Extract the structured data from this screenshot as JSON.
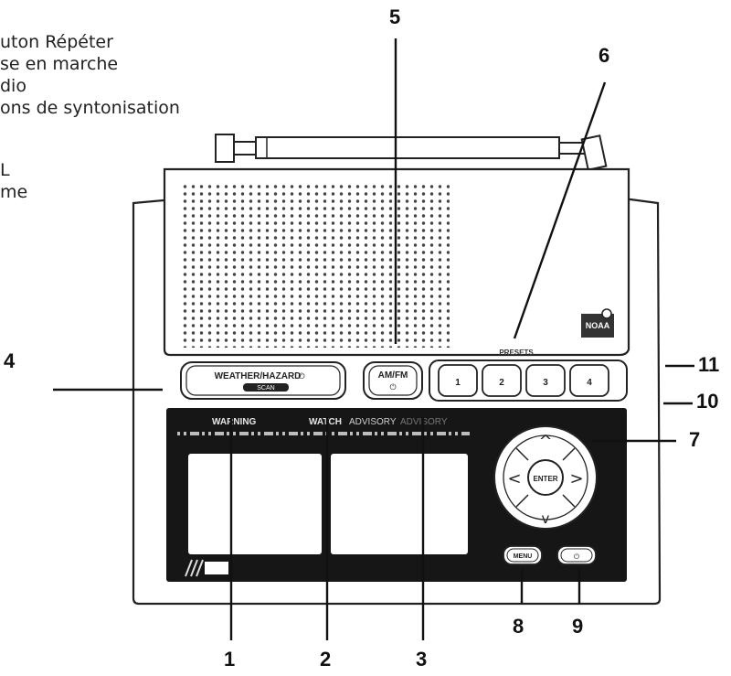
{
  "legend": {
    "items": [
      "uton Répéter",
      "se en marche",
      "dio",
      "ons de syntonisation",
      "L",
      "me"
    ]
  },
  "callouts": [
    "1",
    "2",
    "3",
    "4",
    "5",
    "6",
    "7",
    "8",
    "9",
    "10",
    "11"
  ],
  "device": {
    "weather_button": "WEATHER/HAZARD",
    "weather_sub": "SCAN",
    "am_fm_button": "AM/FM",
    "presets_label": "PRESETS",
    "presets": [
      "1",
      "2",
      "3",
      "4"
    ],
    "indicators": {
      "warning": "WARNING",
      "watch": "WATCH",
      "advisory": "ADVISORY",
      "advisory_faded": "ADVISORY"
    },
    "enter_label": "ENTER",
    "menu_button": "MENU",
    "badge_text": "NOAA"
  }
}
